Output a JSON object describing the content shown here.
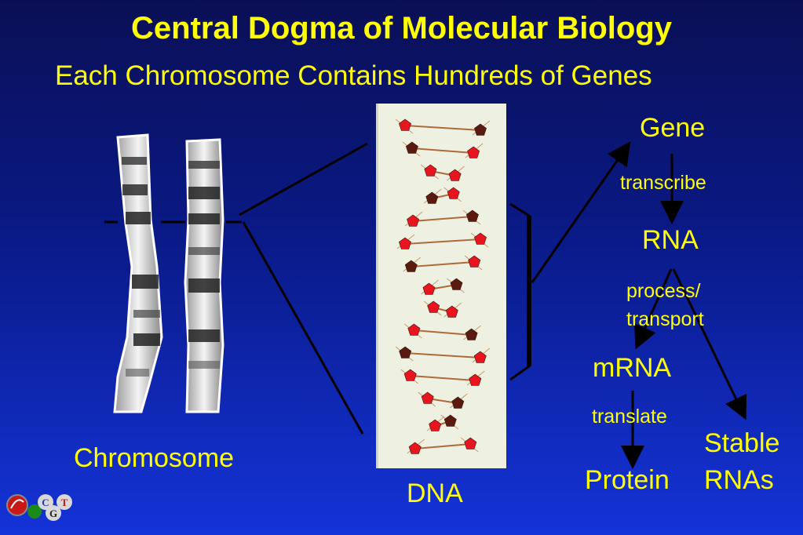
{
  "slide": {
    "title": "Central Dogma of Molecular Biology",
    "subtitle": "Each Chromosome Contains Hundreds of Genes"
  },
  "labels": {
    "chromosome": "Chromosome",
    "dna": "DNA",
    "gene": "Gene",
    "transcribe": "transcribe",
    "rna": "RNA",
    "process_line1": "process/",
    "process_line2": "transport",
    "mrna": "mRNA",
    "translate": "translate",
    "protein": "Protein",
    "stable_line1": "Stable",
    "stable_line2": "RNAs"
  },
  "logo": {
    "letters": [
      "C",
      "G",
      "T"
    ]
  },
  "colors": {
    "text": "#ffff00",
    "background_top": "#0a0f55",
    "background_bottom": "#1433d8",
    "lines": "#000000",
    "base_red": "#e8141e",
    "base_dark": "#5a1a10"
  },
  "icons": [
    "chromosome-image",
    "dna-helix-image",
    "arrow-icon",
    "cgt-logo-icon"
  ]
}
